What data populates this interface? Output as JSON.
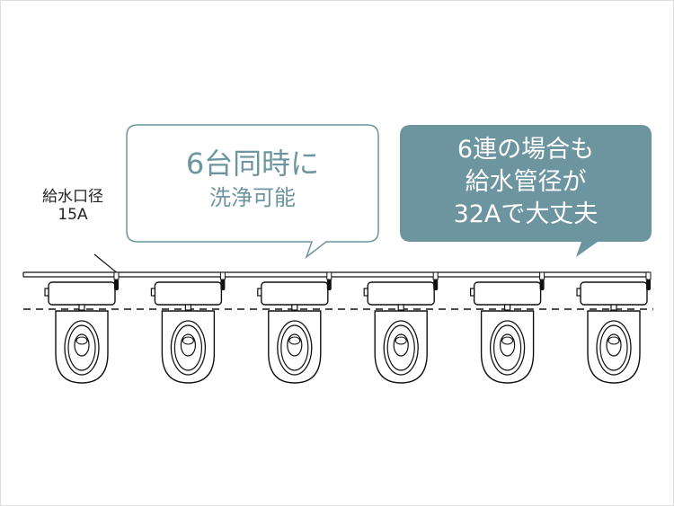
{
  "label": {
    "line1": "給水口径",
    "line2": "15A"
  },
  "bubble_left": {
    "line1": "6台同時に",
    "line2": "洗浄可能"
  },
  "bubble_right": {
    "line1": "6連の場合も",
    "line2": "給水管径が",
    "line3": "32Aで大丈夫"
  },
  "colors": {
    "accent": "#6c959f",
    "line": "#111111"
  },
  "toilet_count": 6
}
